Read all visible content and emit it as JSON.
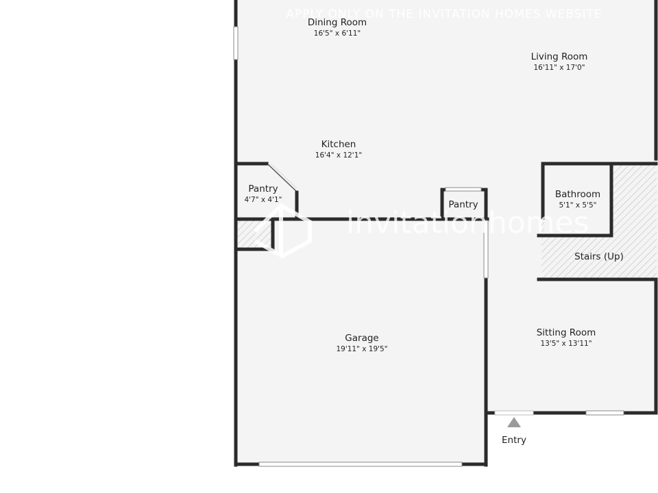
{
  "watermark": {
    "top_text": "APPLY ONLY ON THE INVITATION HOMES WEBSITE",
    "brand_text": "invitationhomes"
  },
  "rooms": {
    "dining": {
      "name": "Dining Room",
      "dims": "16'5\" x 6'11\""
    },
    "living": {
      "name": "Living Room",
      "dims": "16'11\" x 17'0\""
    },
    "kitchen": {
      "name": "Kitchen",
      "dims": "16'4\" x 12'1\""
    },
    "pantry_left": {
      "name": "Pantry",
      "dims": "4'7\" x 4'1\""
    },
    "pantry_right": {
      "name": "Pantry"
    },
    "bathroom": {
      "name": "Bathroom",
      "dims": "5'1\" x 5'5\""
    },
    "stairs": {
      "name": "Stairs (Up)"
    },
    "garage": {
      "name": "Garage",
      "dims": "19'11\" x 19'5\""
    },
    "sitting": {
      "name": "Sitting Room",
      "dims": "13'5\" x 13'11\""
    },
    "entry": {
      "name": "Entry"
    }
  },
  "colors": {
    "floor": "#f4f4f4",
    "wall": "#2b2b2b",
    "window": "#ffffff",
    "hatch": "#b5b5b5",
    "entry_marker": "#9a9a9a"
  }
}
